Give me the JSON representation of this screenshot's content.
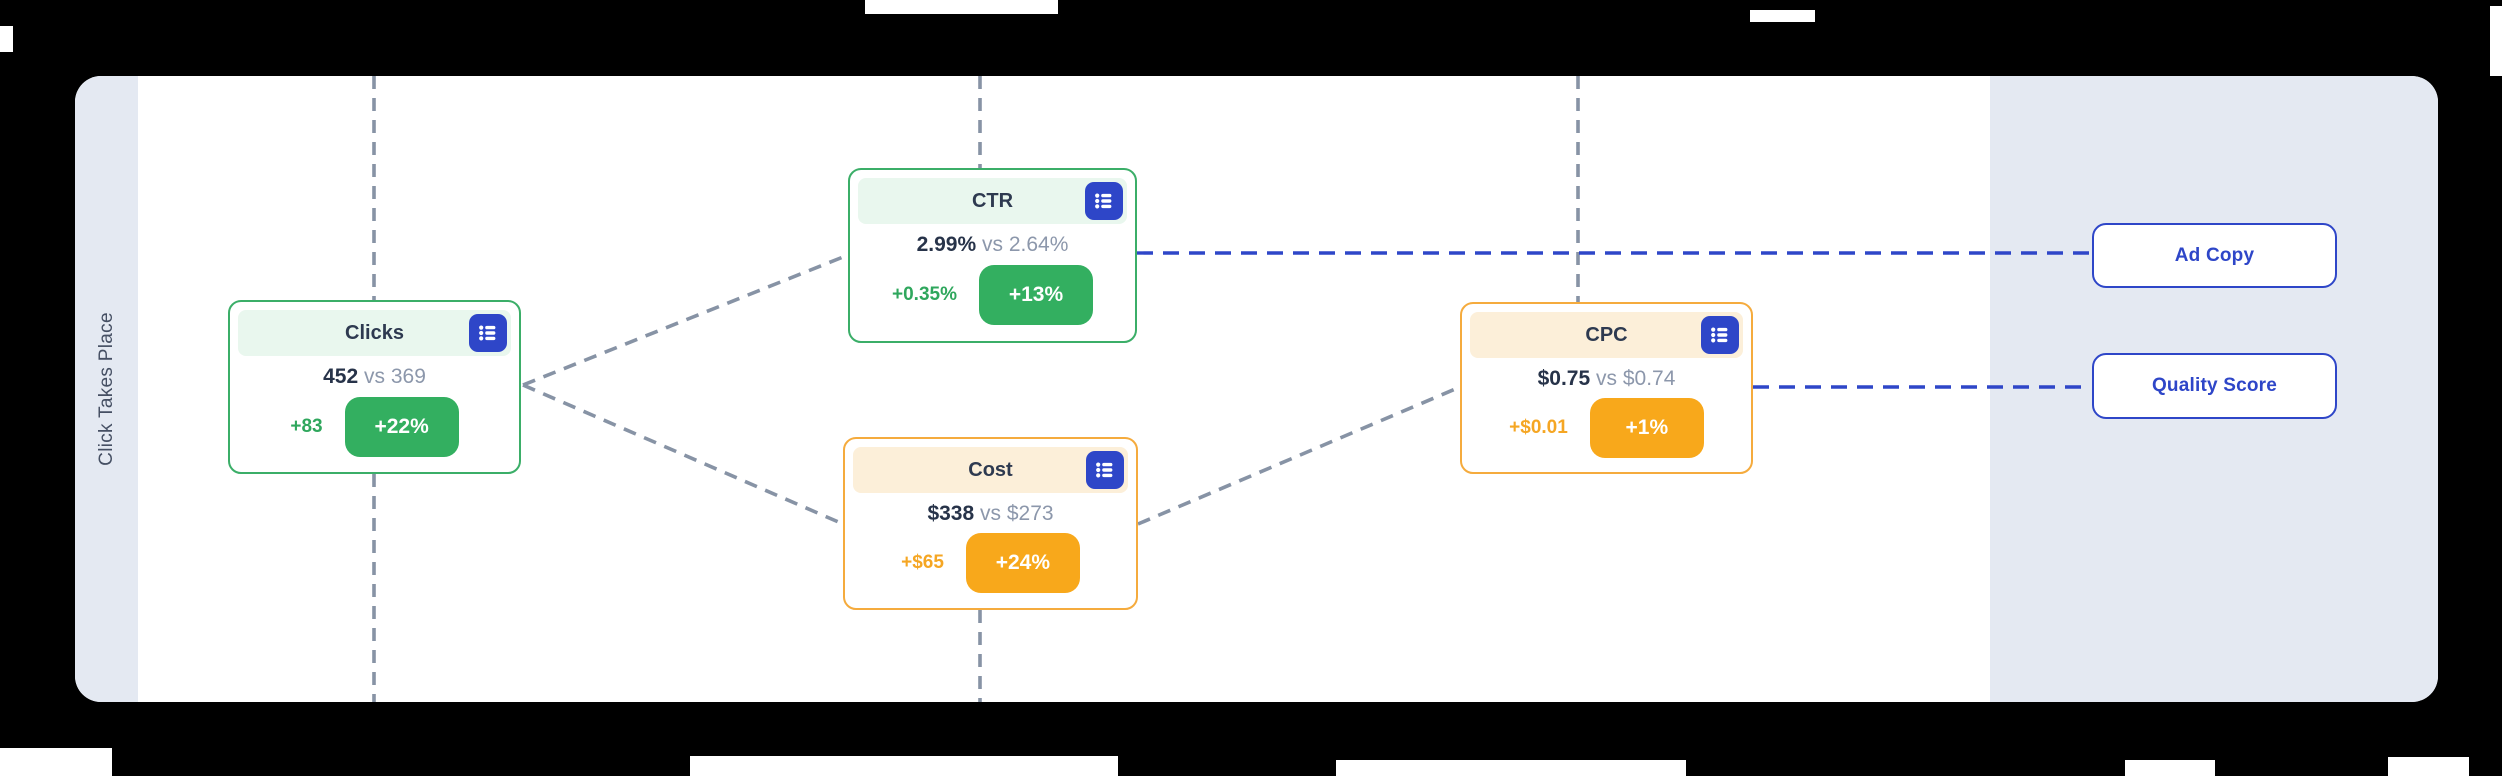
{
  "stage_label": "Click Takes Place",
  "cards": [
    {
      "title": "Clicks",
      "current": "452",
      "vs": "vs",
      "previous": "369",
      "delta": "+83",
      "delta_pct": "+22%",
      "accent": "green",
      "menu_icon": "list-icon"
    },
    {
      "title": "CTR",
      "current": "2.99%",
      "vs": "vs",
      "previous": "2.64%",
      "delta": "+0.35%",
      "delta_pct": "+13%",
      "accent": "green",
      "menu_icon": "list-icon"
    },
    {
      "title": "Cost",
      "current": "$338",
      "vs": "vs",
      "previous": "$273",
      "delta": "+$65",
      "delta_pct": "+24%",
      "accent": "amber",
      "menu_icon": "list-icon"
    },
    {
      "title": "CPC",
      "current": "$0.75",
      "vs": "vs",
      "previous": "$0.74",
      "delta": "+$0.01",
      "delta_pct": "+1%",
      "accent": "amber",
      "menu_icon": "list-icon"
    }
  ],
  "factors": [
    {
      "label": "Ad Copy"
    },
    {
      "label": "Quality Score"
    }
  ],
  "colors": {
    "green_accent": "#33AF60",
    "green_border": "#3BAE68",
    "green_tint": "#E9F7EE",
    "amber_accent": "#F8A81B",
    "amber_border": "#F5AB3D",
    "amber_tint": "#FCEFD9",
    "blue_primary": "#2E46C8",
    "gray_connector": "#8793A5",
    "panel_tint": "#E4E9F2",
    "text_dark": "#273349",
    "text_muted": "#8C97AB"
  }
}
